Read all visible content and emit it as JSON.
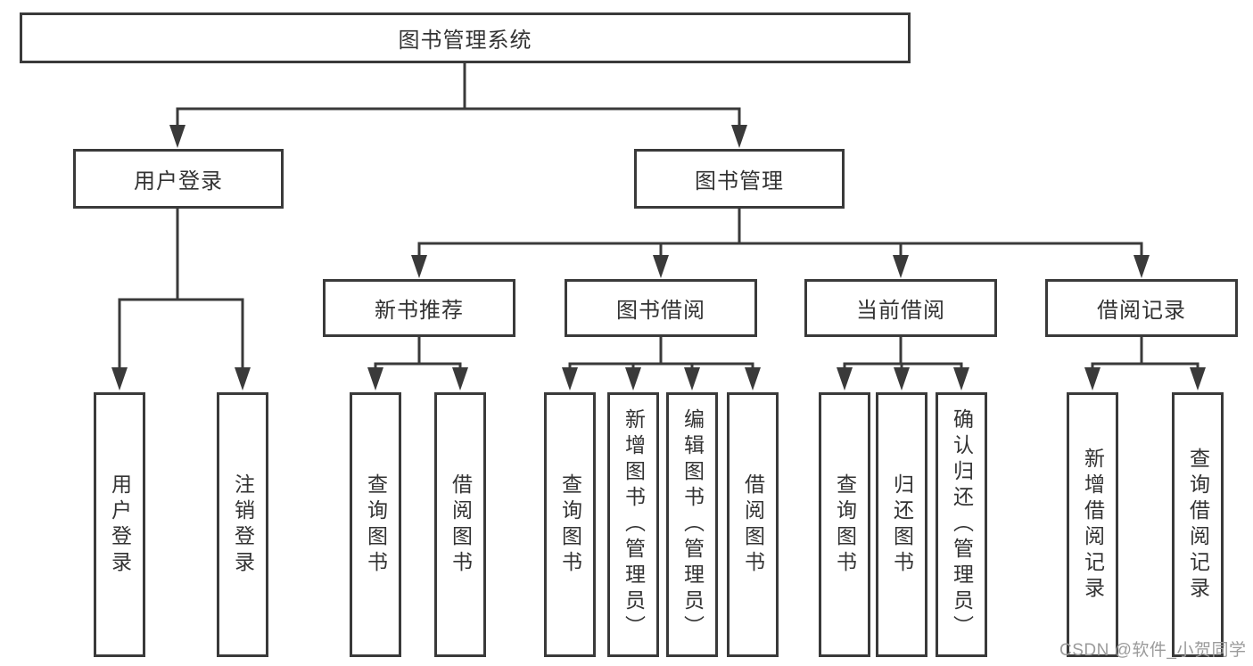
{
  "tree": {
    "label": "图书管理系统",
    "children": [
      {
        "label": "用户登录",
        "children": [
          {
            "label": "用户登录"
          },
          {
            "label": "注销登录"
          }
        ]
      },
      {
        "label": "图书管理",
        "children": [
          {
            "label": "新书推荐",
            "children": [
              {
                "label": "查询图书"
              },
              {
                "label": "借阅图书"
              }
            ]
          },
          {
            "label": "图书借阅",
            "children": [
              {
                "label": "查询图书"
              },
              {
                "label": "新增图书（管理员）"
              },
              {
                "label": "编辑图书（管理员）"
              },
              {
                "label": "借阅图书"
              }
            ]
          },
          {
            "label": "当前借阅",
            "children": [
              {
                "label": "查询图书"
              },
              {
                "label": "归还图书"
              },
              {
                "label": "确认归还（管理员）"
              }
            ]
          },
          {
            "label": "借阅记录",
            "children": [
              {
                "label": "新增借阅记录"
              },
              {
                "label": "查询借阅记录"
              }
            ]
          }
        ]
      }
    ]
  },
  "watermark": {
    "text": "CSDN @软件_小贺同学"
  },
  "colors": {
    "line": "#3a3a3a",
    "text": "#333333",
    "watermark": "#9b9b9b",
    "background": "#ffffff"
  }
}
